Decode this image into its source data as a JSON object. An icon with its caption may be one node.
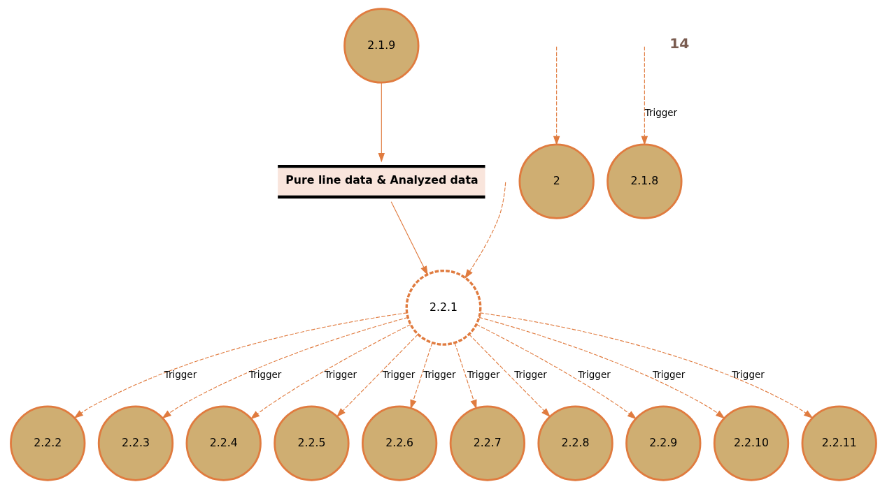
{
  "diagram": {
    "nodes": [
      {
        "text": [
          "2.1.9"
        ]
      },
      {
        "text": [
          "2"
        ]
      },
      {
        "text": [
          "2.2.1"
        ]
      },
      {
        "text": [
          "Pure line data & Analyzed data"
        ]
      },
      {
        "text": [
          "2.1.8"
        ]
      },
      {
        "text": [
          "2.2.2"
        ]
      },
      {
        "text": [
          "2.2.3"
        ]
      },
      {
        "text": [
          "2.2.4"
        ]
      },
      {
        "text": [
          "2.2.5"
        ]
      },
      {
        "text": [
          "2.2.6"
        ]
      },
      {
        "text": [
          "2.2.7"
        ]
      },
      {
        "text": [
          "2.2.8"
        ]
      },
      {
        "text": [
          "2.2.9"
        ]
      },
      {
        "text": [
          "2.2.10"
        ]
      },
      {
        "text": [
          "2.2.11"
        ]
      }
    ],
    "edges": [
      {
        "from": 0,
        "to": 3,
        "arrow": "to"
      },
      {
        "from": 3,
        "to": 2,
        "arrow": "to"
      },
      {
        "from": null,
        "to": 2,
        "arrow": "to",
        "style": "dashed"
      },
      {
        "from": null,
        "to": 1,
        "arrow": "to",
        "style": "dashed"
      },
      {
        "from": null,
        "to": 4,
        "arrow": "to",
        "style": "dashed",
        "label": "Trigger"
      },
      {
        "from": 2,
        "to": 5,
        "arrow": "to",
        "style": "dashed",
        "label": "Trigger"
      },
      {
        "from": 2,
        "to": 6,
        "arrow": "to",
        "style": "dashed",
        "label": "Trigger"
      },
      {
        "from": 2,
        "to": 7,
        "arrow": "to",
        "style": "dashed",
        "label": "Trigger"
      },
      {
        "from": 2,
        "to": 8,
        "arrow": "to",
        "style": "dashed",
        "label": "Trigger"
      },
      {
        "from": 2,
        "to": 9,
        "arrow": "to",
        "style": "dashed",
        "label": "Trigger"
      },
      {
        "from": 2,
        "to": 10,
        "arrow": "to",
        "style": "dashed",
        "label": "Trigger"
      },
      {
        "from": 2,
        "to": 11,
        "arrow": "to",
        "style": "dashed",
        "label": "Trigger"
      },
      {
        "from": 2,
        "to": 12,
        "arrow": "to",
        "style": "dashed",
        "label": "Trigger"
      },
      {
        "from": 2,
        "to": 13,
        "arrow": "to",
        "style": "dashed",
        "label": "Trigger"
      },
      {
        "from": 2,
        "to": 14,
        "arrow": "to",
        "style": "dashed",
        "label": "Trigger"
      }
    ],
    "labels": [
      "14"
    ]
  }
}
